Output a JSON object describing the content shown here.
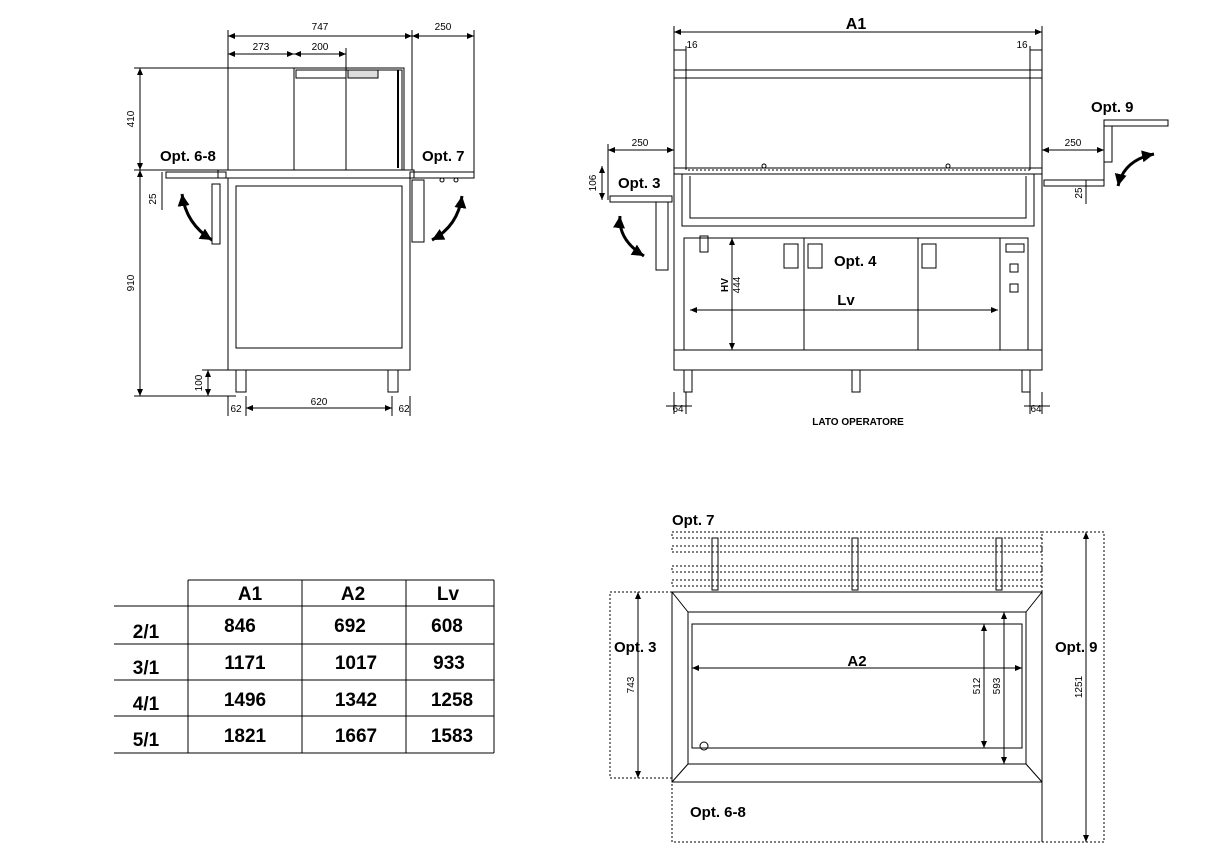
{
  "side_view": {
    "dims": {
      "top_total": "747",
      "top_ext": "250",
      "top_a": "273",
      "top_b": "200",
      "h_upper": "410",
      "h_25": "25",
      "h_910": "910",
      "h_100": "100",
      "base_left": "62",
      "base_mid": "620",
      "base_right": "62"
    },
    "labels": {
      "opt_left": "Opt. 6-8",
      "opt_right": "Opt. 7"
    }
  },
  "front_view": {
    "dims": {
      "a1": "A1",
      "inset_left": "16",
      "inset_right": "16",
      "ext_left": "250",
      "ext_right": "250",
      "h_106": "106",
      "h_25": "25",
      "hv": "HV",
      "h_444": "444",
      "lv": "Lv",
      "foot_left": "64",
      "foot_right": "64"
    },
    "labels": {
      "opt3": "Opt. 3",
      "opt4": "Opt. 4",
      "opt9": "Opt. 9",
      "caption": "LATO OPERATORE"
    }
  },
  "top_view": {
    "dims": {
      "a2": "A2",
      "h_743": "743",
      "h_512": "512",
      "h_593": "593",
      "h_1251": "1251"
    },
    "labels": {
      "opt7": "Opt. 7",
      "opt3": "Opt. 3",
      "opt9": "Opt. 9",
      "opt68": "Opt. 6-8"
    }
  },
  "table": {
    "headers": [
      "",
      "A1",
      "A2",
      "Lv"
    ],
    "rows": [
      [
        "2/1",
        "846",
        "692",
        "608"
      ],
      [
        "3/1",
        "1171",
        "1017",
        "933"
      ],
      [
        "4/1",
        "1496",
        "1342",
        "1258"
      ],
      [
        "5/1",
        "1821",
        "1667",
        "1583"
      ]
    ]
  }
}
